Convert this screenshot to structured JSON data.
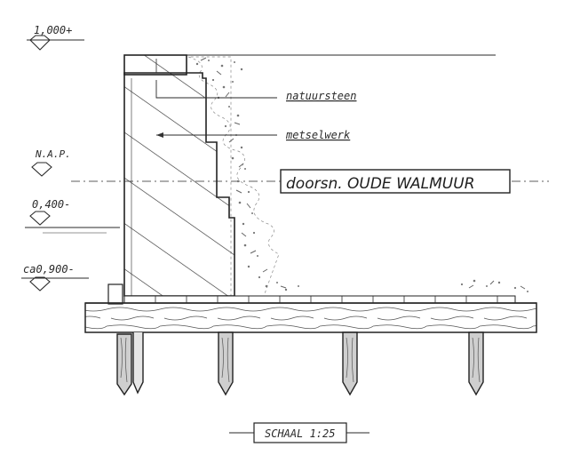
{
  "levels": {
    "top": "1,000+",
    "nap": "N.A.P.",
    "water": "0,400-",
    "bottom": "ca0,900-"
  },
  "labels": {
    "natural_stone": "natuursteen",
    "masonry": "metselwerk"
  },
  "title": "doorsn. OUDE WALMUUR",
  "scale": "SCHAAL 1:25"
}
